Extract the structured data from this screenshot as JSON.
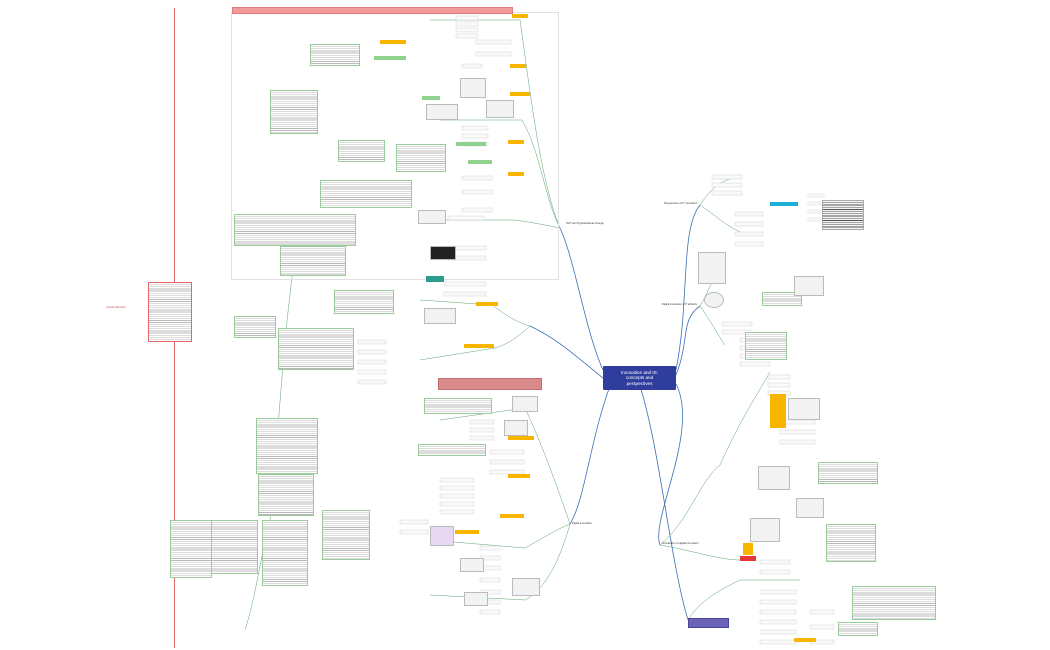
{
  "central_topic": {
    "line1": "Innovation and IS:",
    "line2": "concepts and",
    "line3": "perspectives"
  },
  "left_root_label": "Course Structure",
  "branches": {
    "b1": "IS/IT and Organizational Change",
    "b2": "Digital Innovation",
    "b3": "Perspectives of IT innovation",
    "b4": "Digital innovation & IT artifacts",
    "b5": "Introduction to digital innovation"
  },
  "colors": {
    "central": "#2f3d9c",
    "branch_line": "#3d6fb5",
    "green_line": "#5aa36b",
    "accent_orange": "#f7b500",
    "root_red": "#e06a6a",
    "teal": "#2a9d8f",
    "cyan": "#1ab2d9",
    "purple": "#6b63b5"
  }
}
